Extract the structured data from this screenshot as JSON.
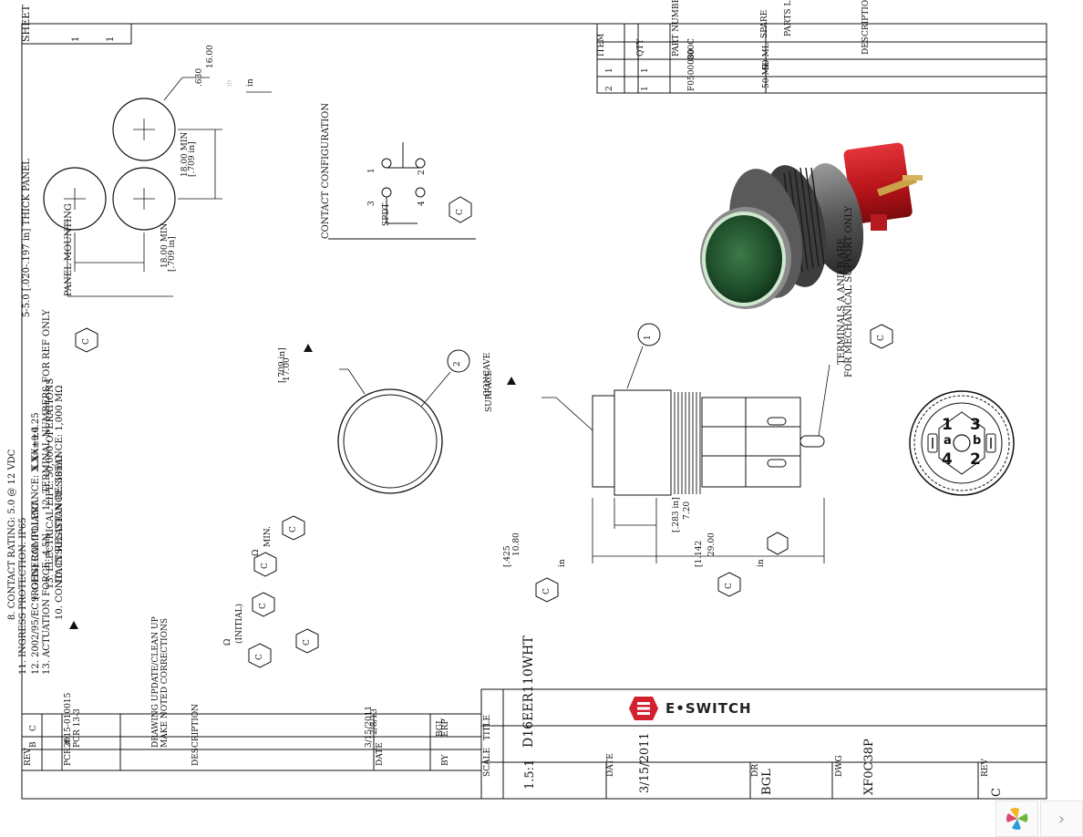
{
  "sheet": {
    "label": "SHEET",
    "of_a": "1",
    "of_b": "1"
  },
  "parts": {
    "headers": {
      "item": "ITEM",
      "qty": "QTY",
      "part_number": "PART NUMBER",
      "spare": "SPARE",
      "parts_list": "PARTS LIST",
      "description": "DESCRIPTION"
    },
    "rows": [
      {
        "item": "1",
        "qty": "1",
        "part": "000C",
        "desc": "-50-ML"
      },
      {
        "item": "2",
        "qty": "1",
        "part": "F0500080",
        "desc": "-50-ML"
      }
    ],
    "code_small": "ID"
  },
  "contact": {
    "title": "CONTACT CONFIGURATION",
    "spdt": "SPDT",
    "pins": [
      "1",
      "2",
      "3",
      "4"
    ]
  },
  "mounting": {
    "title": "PANEL MOUNTING",
    "thick": "5-5.0 [.020-.197 in] THICK PANEL",
    "dia_mm": "16.00",
    "dia_in": ".630",
    "in_unit": "in",
    "min_v": "18.00 MIN",
    "min_v_in": "[.709 in]",
    "min_h": "18.00 MIN",
    "min_h_in": "[.709 in]"
  },
  "front": {
    "dia": "17.00",
    "dia_in": "[.709 in]",
    "label_a": "SURFACE",
    "label_b": "CONCAVE"
  },
  "side": {
    "d1": "10.80",
    "d1_in": "[.425",
    "d1_unit": "in",
    "d2": "7.20",
    "d2_in": "[.283 in]",
    "d3": "29.00",
    "d3_in": "[1.142",
    "d3_unit": "in"
  },
  "terminals": {
    "note1": "TERMINALS A AND B ARE",
    "note2": "FOR MECHANICAL SUPPORT ONLY"
  },
  "notes": [
    "8. CONTACT RATING: 5.0 @ 12 VDC",
    "9. GENERAL TOLERANCE: X.X=±0.4",
    "X.XX=±0.25",
    "10. CONTACT RESISTANCE: 50mΩ",
    "10. INSULATION RESISTANCE: 1,000 MΩ",
    "11. INGRESS PROTECTION: IP65",
    "12. 2002/95/EC (ROHS) COMPLIANT",
    "12. TERMINAL NUMBERS FOR REF ONLY",
    "13. ACTUATION FORCE: 4.5N",
    "13. ELECTRICAL LIFE: 50,000 OPERATIONS",
    "MIN.",
    "(INITIAL)",
    "Ω"
  ],
  "revision": {
    "rev_header": "REV",
    "pcr_header": "PCR #",
    "desc_header": "DESCRIPTION",
    "date_header": "DATE",
    "by_header": "BY",
    "rows": [
      {
        "rev": "C",
        "pcr": "2015-010015",
        "desc": "DRAWING UPDATE/CLEAN UP",
        "date": "2/8/13",
        "by": "BGL"
      },
      {
        "rev": "B",
        "pcr": "PCR 13-3",
        "desc": "MAKE NOTED CORRECTIONS",
        "date": "3/15/2011",
        "by": "ERP"
      }
    ]
  },
  "title_block": {
    "company": "E•SWITCH",
    "title_label": "TITLE",
    "title": "D16EER110WHT",
    "scale_label": "SCALE",
    "scale": "1.5:1",
    "date_label": "DATE",
    "date": "3/15/2011",
    "dr_label": "DR",
    "dr": "BGL",
    "dwg_label": "DWG",
    "dwg": "XF0C38P",
    "rev_label": "REV",
    "rev": "C"
  },
  "rev_badge": "C",
  "pin_labels": [
    "1",
    "3",
    "4",
    "2",
    "a",
    "b"
  ],
  "colors": {
    "red_housing": "#c0141a",
    "green_lens": "#2e6b3a",
    "logo_red": "#d3202e"
  }
}
